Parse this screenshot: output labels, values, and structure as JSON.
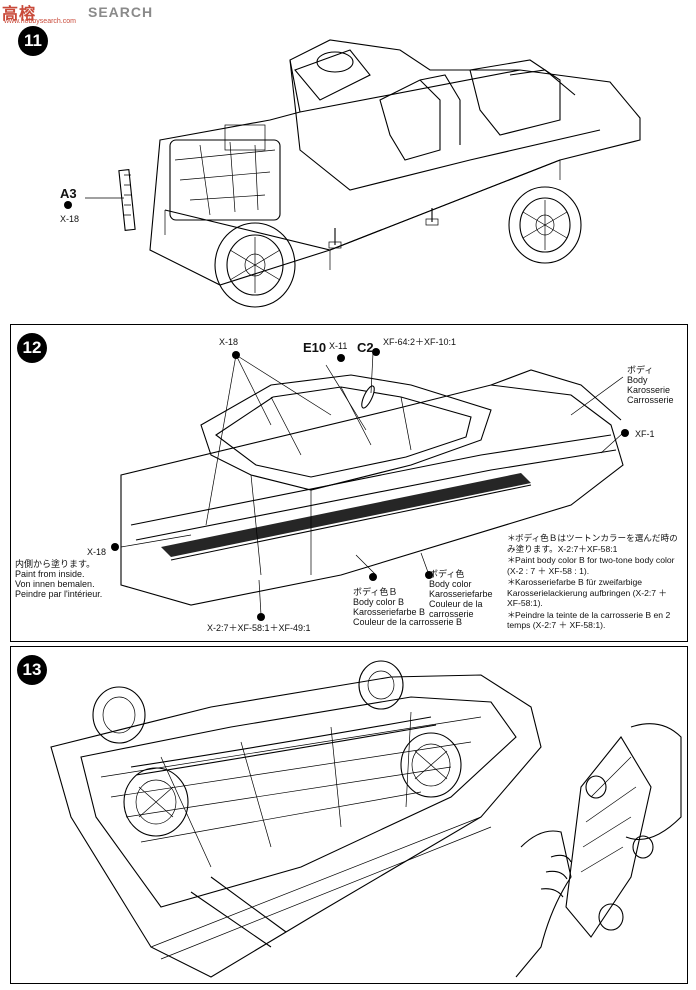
{
  "watermark": {
    "logo": "高榕",
    "sub": "www.hobbysearch.com",
    "search": "SEARCH"
  },
  "steps": [
    {
      "number": "11",
      "labels": {
        "part": "A3",
        "paint": "X-18"
      }
    },
    {
      "number": "12",
      "labels": {
        "x18_top": "X-18",
        "e10": "E10",
        "x11": "X-11",
        "c2": "C2",
        "c2_paint": "XF-64:2＋XF-10:1",
        "body_jp": "ボディ",
        "body_en": "Body",
        "body_de": "Karosserie",
        "body_fr": "Carrosserie",
        "body_paint": "XF-1",
        "inside_paint": "X-18",
        "inside_jp": "内側から塗ります。",
        "inside_en": "Paint from inside.",
        "inside_de": "Von innen bemalen.",
        "inside_fr": "Peindre par l'intérieur.",
        "color_b_paint": "X-2:7＋XF-58:1＋XF-49:1",
        "color_b_jp": "ボディ色Ｂ",
        "color_b_en": "Body color B",
        "color_b_de": "Karosseriefarbe B",
        "color_b_fr": "Couleur de la carrosserie B",
        "color_jp": "ボディ色",
        "color_en": "Body color",
        "color_de": "Karosseriefarbe",
        "color_fr": "Couleur de la carrosserie"
      },
      "notes": [
        "ボディ色Ｂはツートンカラーを選んだ時のみ塗ります。X-2:7＋XF-58:1",
        "Paint body color B for two-tone body color (X-2 : 7 ＋ XF-58 : 1).",
        "Karosseriefarbe B für zweifarbige Karosserielackierung aufbringen (X-2:7 ＋ XF-58:1).",
        "Peindre la teinte de la carrosserie B en 2 temps (X-2:7 ＋ XF-58:1)."
      ]
    },
    {
      "number": "13"
    }
  ]
}
